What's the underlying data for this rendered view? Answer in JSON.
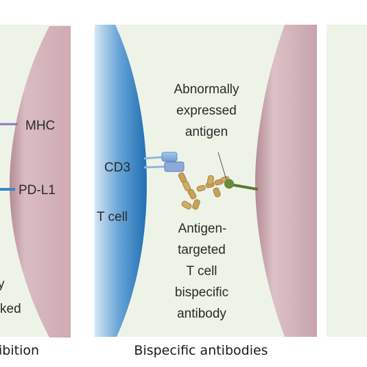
{
  "panels": {
    "left": {
      "labels": {
        "mhc": "MHC",
        "pdl1": "PD-L1",
        "partial_line1": "y",
        "partial_line2": "ked"
      },
      "caption": "ibition"
    },
    "middle": {
      "labels": {
        "abnormal_line1": "Abnormally",
        "abnormal_line2": "expressed",
        "abnormal_line3": "antigen",
        "cd3": "CD3",
        "tcell": "T cell",
        "antibody_line1": "Antigen-",
        "antibody_line2": "targeted",
        "antibody_line3": "T cell",
        "antibody_line4": "bispecific",
        "antibody_line5": "antibody"
      },
      "caption": "Bispecific antibodies"
    }
  },
  "colors": {
    "panel_bg": "#eef3e8",
    "tumor_cell": "#c9a7ae",
    "t_cell": "#2f7fc0",
    "mhc_line": "#8c78b6",
    "pdl1_line": "#3a86c8",
    "antigen": "#6b8a3a",
    "antibody": "#c9a05a"
  }
}
